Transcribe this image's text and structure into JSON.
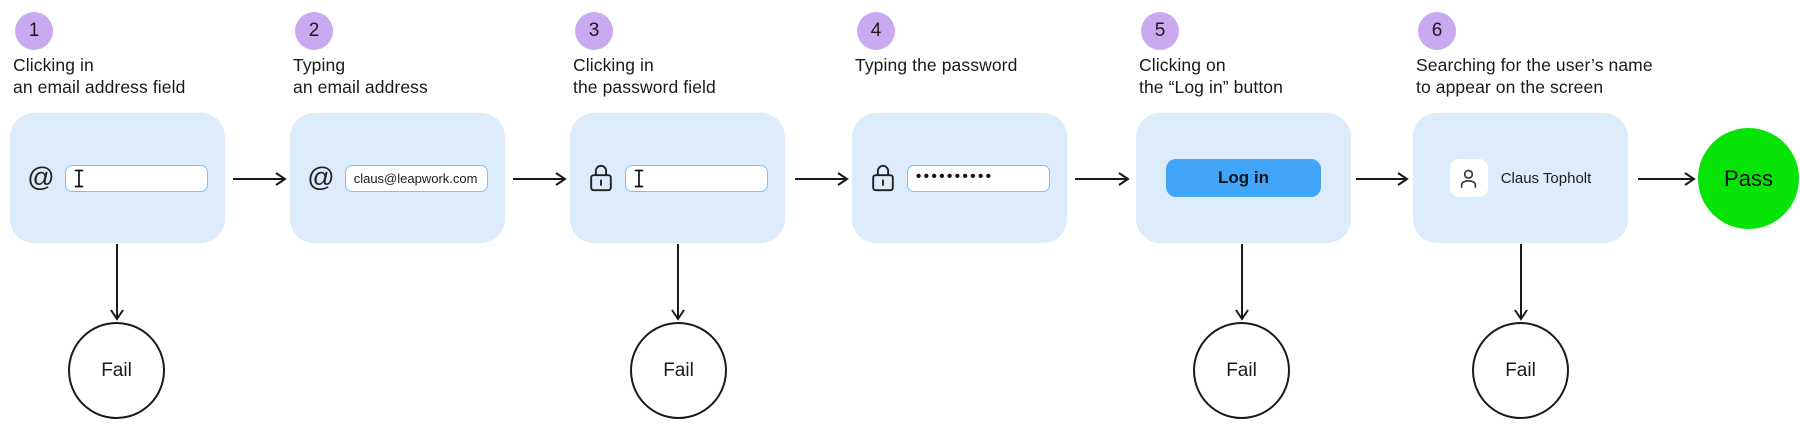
{
  "steps": [
    {
      "number": "1",
      "title": "Clicking in\nan email address field",
      "content": {
        "kind": "email-input-empty"
      }
    },
    {
      "number": "2",
      "title": "Typing\nan email address",
      "content": {
        "kind": "email-input-filled",
        "value": "claus@leapwork.com"
      }
    },
    {
      "number": "3",
      "title": "Clicking in\nthe password field",
      "content": {
        "kind": "password-input-empty"
      }
    },
    {
      "number": "4",
      "title": "Typing the password",
      "content": {
        "kind": "password-input-filled",
        "value": "••••••••••"
      }
    },
    {
      "number": "5",
      "title": "Clicking on\nthe “Log in” button",
      "content": {
        "kind": "login-button",
        "label": "Log in"
      }
    },
    {
      "number": "6",
      "title": "Searching for the user’s name\nto appear on the screen",
      "content": {
        "kind": "user-name-check",
        "value": "Claus Topholt"
      }
    }
  ],
  "outcomes": {
    "fail_label": "Fail",
    "pass_label": "Pass",
    "fail_after_steps": [
      1,
      3,
      5,
      6
    ]
  },
  "icons": {
    "at": "@",
    "lock": "lock-icon",
    "text_cursor": "text-cursor-icon",
    "user": "user-icon"
  },
  "colors": {
    "card_bg": "#ddecfa",
    "badge_bg": "#c9a9f0",
    "button_bg": "#41a4f6",
    "pass_bg": "#06e306",
    "input_border": "#7fc0f2",
    "arrow": "#1a1a1a",
    "text": "#1a1a1a"
  }
}
